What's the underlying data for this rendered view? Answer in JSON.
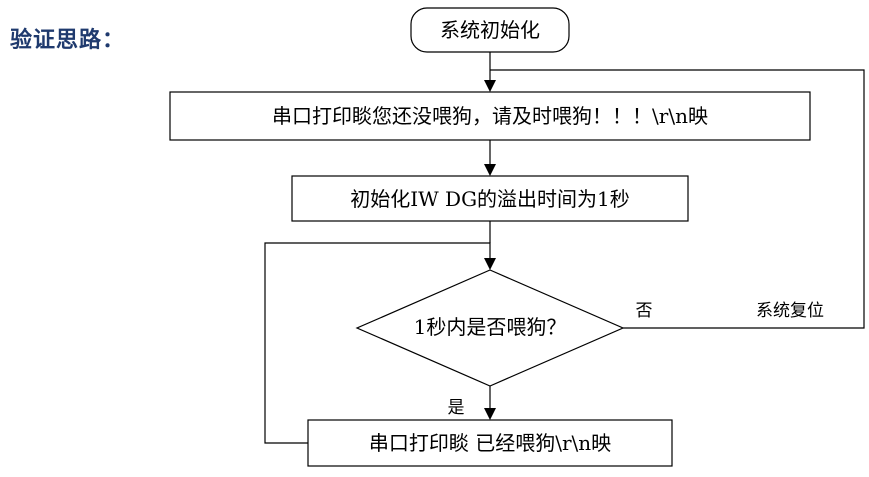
{
  "heading": "验证思路：",
  "flow": {
    "start": "系统初始化",
    "step1": "串口打印睒您还没喂狗，请及时喂狗！！！\\r\\n映",
    "step2": "初始化IW DG的溢出时间为1秒",
    "decision": "1秒内是否喂狗？",
    "no_label": "否",
    "reset_label": "系统复位",
    "yes_label": "是",
    "step3": "串口打印睒 已经喂狗\\r\\n映"
  }
}
